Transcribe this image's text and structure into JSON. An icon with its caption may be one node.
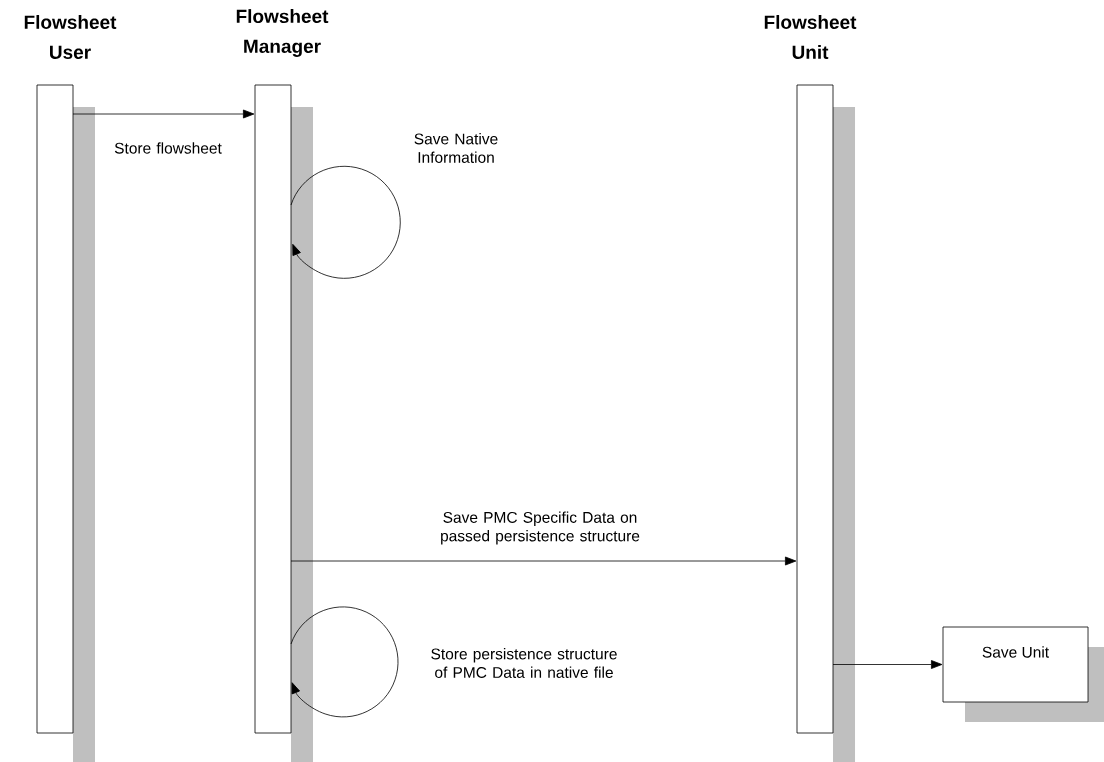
{
  "diagram": {
    "nodes": [
      {
        "text": [
          "Flowsheet User"
        ]
      },
      {
        "text": [
          "Flowsheet Manager"
        ]
      },
      {
        "text": [
          "Flowsheet Unit"
        ]
      },
      {
        "text": [
          "Save Unit"
        ]
      }
    ],
    "edges": [
      {
        "from": 0,
        "to": 1,
        "arrow": "to",
        "label": "Store flowsheet"
      },
      {
        "from": 1,
        "to": 1,
        "arrow": "to",
        "label": "Save Native Information"
      },
      {
        "from": 1,
        "to": 2,
        "arrow": "to",
        "label": "Save PMC Specific Data on passed persistence structure"
      },
      {
        "from": 1,
        "to": 1,
        "arrow": "to",
        "label": "Store persistence structure of PMC Data in native file"
      },
      {
        "from": 2,
        "to": 3,
        "arrow": "to"
      }
    ]
  }
}
